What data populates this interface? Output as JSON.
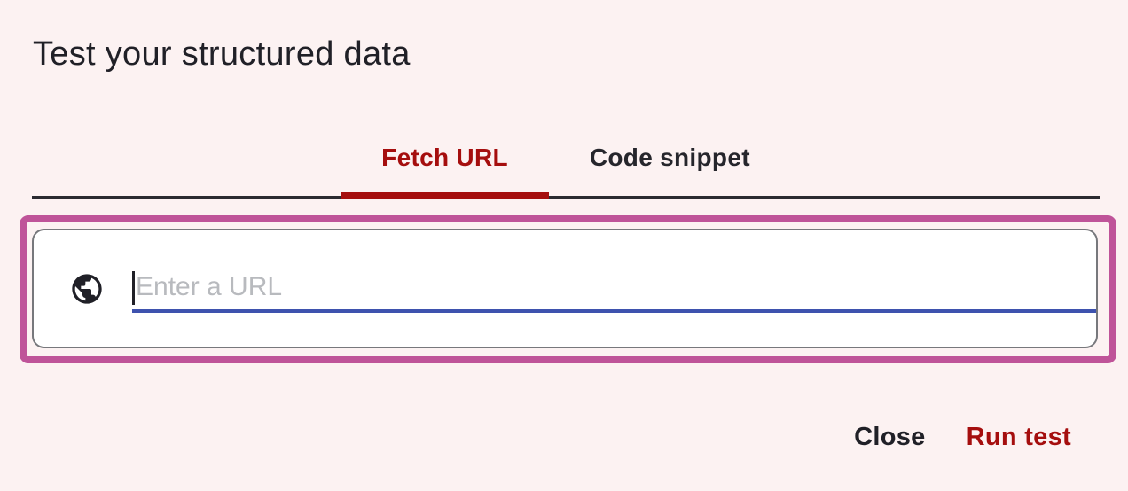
{
  "dialog": {
    "title": "Test your structured data",
    "tabs": [
      {
        "label": "Fetch URL",
        "active": true
      },
      {
        "label": "Code snippet",
        "active": false
      }
    ],
    "url_input": {
      "value": "",
      "placeholder": "Enter a URL",
      "icon": "globe-icon"
    },
    "actions": {
      "close_label": "Close",
      "run_test_label": "Run test"
    }
  },
  "colors": {
    "background": "#fcf2f2",
    "accent_red": "#a50e0e",
    "annotation_magenta": "#bf5499",
    "input_underline_blue": "#3e52ae",
    "text_dark": "#202027",
    "card_border_gray": "#77787c",
    "placeholder_gray": "#b8babe"
  }
}
